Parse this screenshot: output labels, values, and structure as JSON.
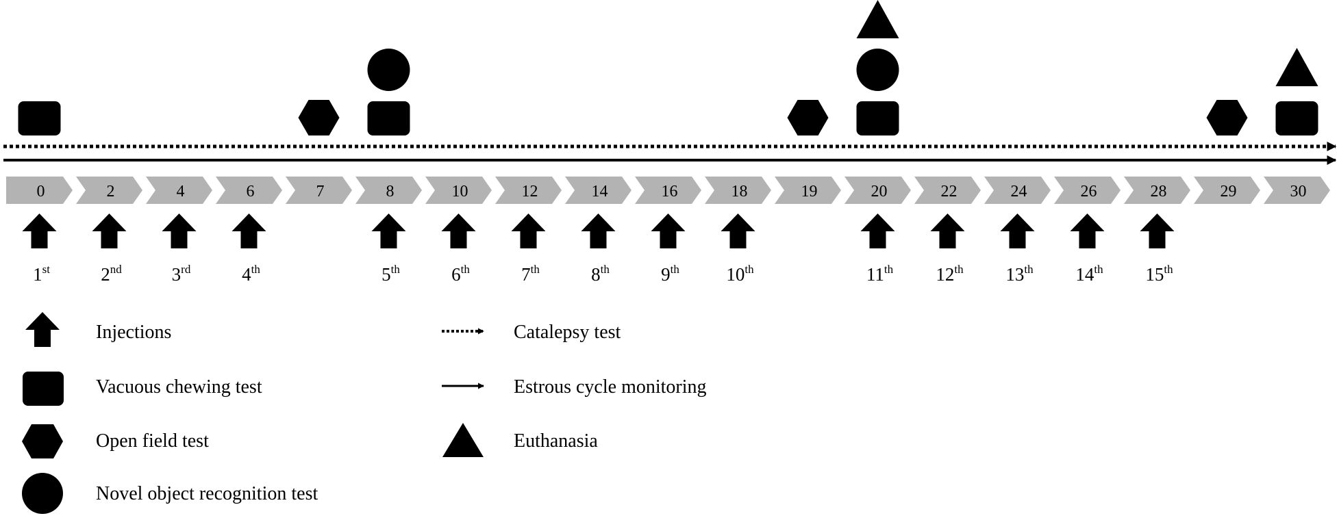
{
  "days": [
    {
      "label": "0",
      "markers": [
        "chewing"
      ],
      "injection": "1",
      "suffix": "st"
    },
    {
      "label": "2",
      "markers": [],
      "injection": "2",
      "suffix": "nd"
    },
    {
      "label": "4",
      "markers": [],
      "injection": "3",
      "suffix": "rd"
    },
    {
      "label": "6",
      "markers": [],
      "injection": "4",
      "suffix": "th"
    },
    {
      "label": "7",
      "markers": [
        "openfield"
      ],
      "injection": "",
      "suffix": ""
    },
    {
      "label": "8",
      "markers": [
        "chewing",
        "novel"
      ],
      "injection": "5",
      "suffix": "th"
    },
    {
      "label": "10",
      "markers": [],
      "injection": "6",
      "suffix": "th"
    },
    {
      "label": "12",
      "markers": [],
      "injection": "7",
      "suffix": "th"
    },
    {
      "label": "14",
      "markers": [],
      "injection": "8",
      "suffix": "th"
    },
    {
      "label": "16",
      "markers": [],
      "injection": "9",
      "suffix": "th"
    },
    {
      "label": "18",
      "markers": [],
      "injection": "10",
      "suffix": "th"
    },
    {
      "label": "19",
      "markers": [
        "openfield"
      ],
      "injection": "",
      "suffix": ""
    },
    {
      "label": "20",
      "markers": [
        "chewing",
        "novel",
        "euthanasia"
      ],
      "injection": "11",
      "suffix": "th"
    },
    {
      "label": "22",
      "markers": [],
      "injection": "12",
      "suffix": "th"
    },
    {
      "label": "24",
      "markers": [],
      "injection": "13",
      "suffix": "th"
    },
    {
      "label": "26",
      "markers": [],
      "injection": "14",
      "suffix": "th"
    },
    {
      "label": "28",
      "markers": [],
      "injection": "15",
      "suffix": "th"
    },
    {
      "label": "29",
      "markers": [
        "openfield"
      ],
      "injection": "",
      "suffix": ""
    },
    {
      "label": "30",
      "markers": [
        "chewing",
        "euthanasia"
      ],
      "injection": "",
      "suffix": ""
    }
  ],
  "legend": {
    "injections": "Injections",
    "chewing": "Vacuous chewing test",
    "openfield": "Open field test",
    "novel": "Novel object recognition test",
    "catalepsy": "Catalepsy test",
    "estrous": "Estrous cycle monitoring",
    "euthanasia": "Euthanasia"
  },
  "colors": {
    "chevron": "#b3b3b3",
    "ink": "#000000"
  }
}
